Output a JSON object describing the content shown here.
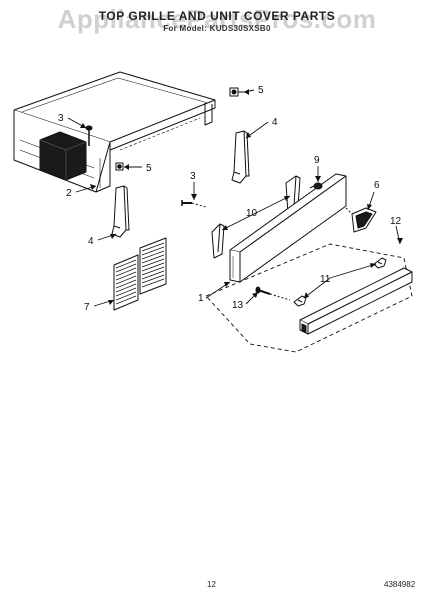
{
  "header": {
    "title": "TOP GRILLE AND UNIT COVER PARTS",
    "subtitle": "For Model: KUDS30SXSB0"
  },
  "watermark": "AppliancePartsPros.com",
  "callouts": [
    "1",
    "2",
    "3",
    "3",
    "4",
    "4",
    "5",
    "5",
    "6",
    "7",
    "9",
    "10",
    "11",
    "12",
    "13"
  ],
  "footer": {
    "page_number": "12",
    "doc_number": "4384982"
  }
}
